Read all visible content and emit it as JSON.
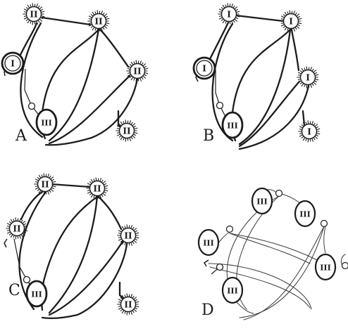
{
  "panels": [
    {
      "letter": "A",
      "nodes": [
        {
          "label": "II",
          "style": "hairy"
        },
        {
          "label": "II",
          "style": "hairy"
        },
        {
          "label": "I",
          "style": "ringed"
        },
        {
          "label": "II",
          "style": "hairy"
        },
        {
          "label": "II",
          "style": "hairy"
        },
        {
          "label": "III",
          "style": "oval"
        }
      ]
    },
    {
      "letter": "B",
      "nodes": [
        {
          "label": "I",
          "style": "hairy"
        },
        {
          "label": "I",
          "style": "hairy"
        },
        {
          "label": "I",
          "style": "ringed"
        },
        {
          "label": "I",
          "style": "hairy"
        },
        {
          "label": "I",
          "style": "hairy"
        },
        {
          "label": "III",
          "style": "oval"
        }
      ]
    },
    {
      "letter": "C",
      "nodes": [
        {
          "label": "II",
          "style": "hairy"
        },
        {
          "label": "II",
          "style": "hairy"
        },
        {
          "label": "II",
          "style": "hairy"
        },
        {
          "label": "II",
          "style": "hairy"
        },
        {
          "label": "II",
          "style": "hairy"
        },
        {
          "label": "III",
          "style": "oval"
        }
      ]
    },
    {
      "letter": "D",
      "nodes": [
        {
          "label": "III",
          "style": "oval"
        },
        {
          "label": "III",
          "style": "oval"
        },
        {
          "label": "III",
          "style": "oval"
        },
        {
          "label": "III",
          "style": "oval"
        },
        {
          "label": "III",
          "style": "oval"
        }
      ]
    }
  ]
}
